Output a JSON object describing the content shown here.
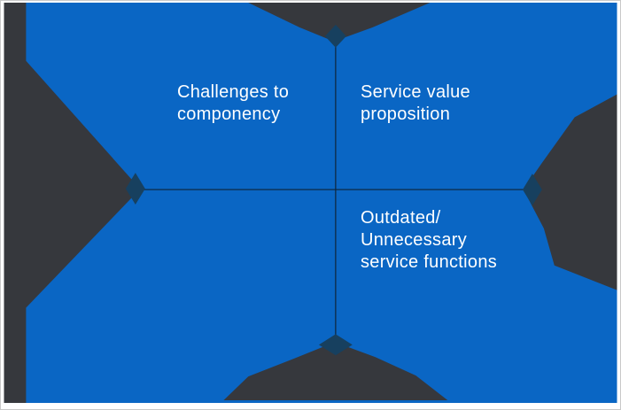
{
  "diagram": {
    "type": "quadrant-matrix",
    "colors": {
      "blue": "#0A66C4",
      "wedge": "#36383D",
      "diamond": "#17405F",
      "axis": "#0F2438"
    },
    "quadrants": {
      "top_left": {
        "line1": "Challenges to",
        "line2": "componency"
      },
      "top_right": {
        "line1": "Service value",
        "line2": "proposition"
      },
      "bottom_right": {
        "line1": "Outdated/",
        "line2": "Unnecessary",
        "line3": "service functions"
      },
      "bottom_left": {
        "line1": ""
      }
    }
  }
}
